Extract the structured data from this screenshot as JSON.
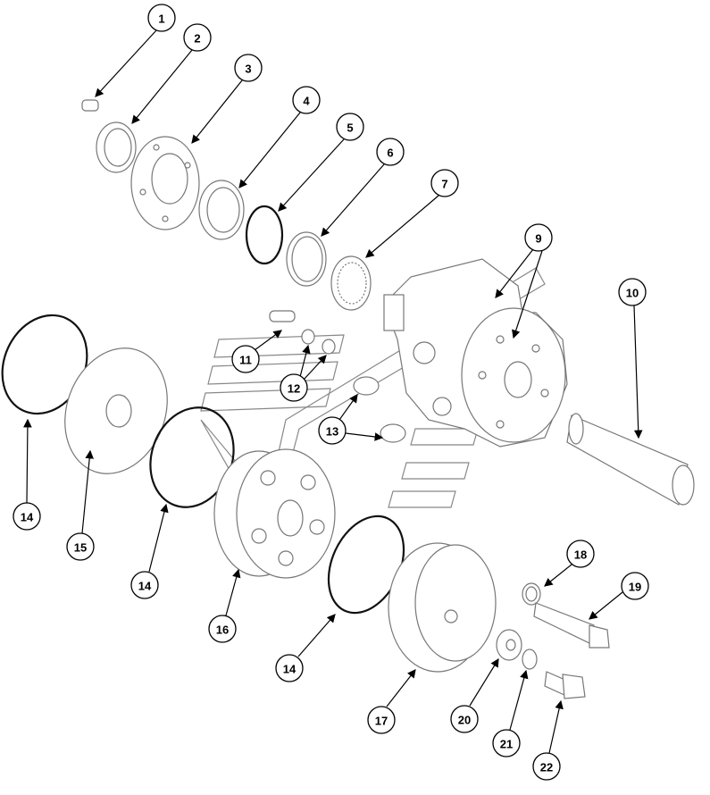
{
  "title": "Exploded parts diagram",
  "callouts": [
    {
      "id": "c1",
      "label": "1"
    },
    {
      "id": "c2",
      "label": "2"
    },
    {
      "id": "c3",
      "label": "3"
    },
    {
      "id": "c4",
      "label": "4"
    },
    {
      "id": "c5",
      "label": "5"
    },
    {
      "id": "c6",
      "label": "6"
    },
    {
      "id": "c7",
      "label": "7"
    },
    {
      "id": "c9",
      "label": "9"
    },
    {
      "id": "c10",
      "label": "10"
    },
    {
      "id": "c11",
      "label": "11"
    },
    {
      "id": "c12",
      "label": "12"
    },
    {
      "id": "c13",
      "label": "13"
    },
    {
      "id": "c14a",
      "label": "14"
    },
    {
      "id": "c15",
      "label": "15"
    },
    {
      "id": "c14b",
      "label": "14"
    },
    {
      "id": "c16",
      "label": "16"
    },
    {
      "id": "c14c",
      "label": "14"
    },
    {
      "id": "c17",
      "label": "17"
    },
    {
      "id": "c18",
      "label": "18"
    },
    {
      "id": "c19",
      "label": "19"
    },
    {
      "id": "c20",
      "label": "20"
    },
    {
      "id": "c21",
      "label": "21"
    },
    {
      "id": "c22",
      "label": "22"
    }
  ]
}
